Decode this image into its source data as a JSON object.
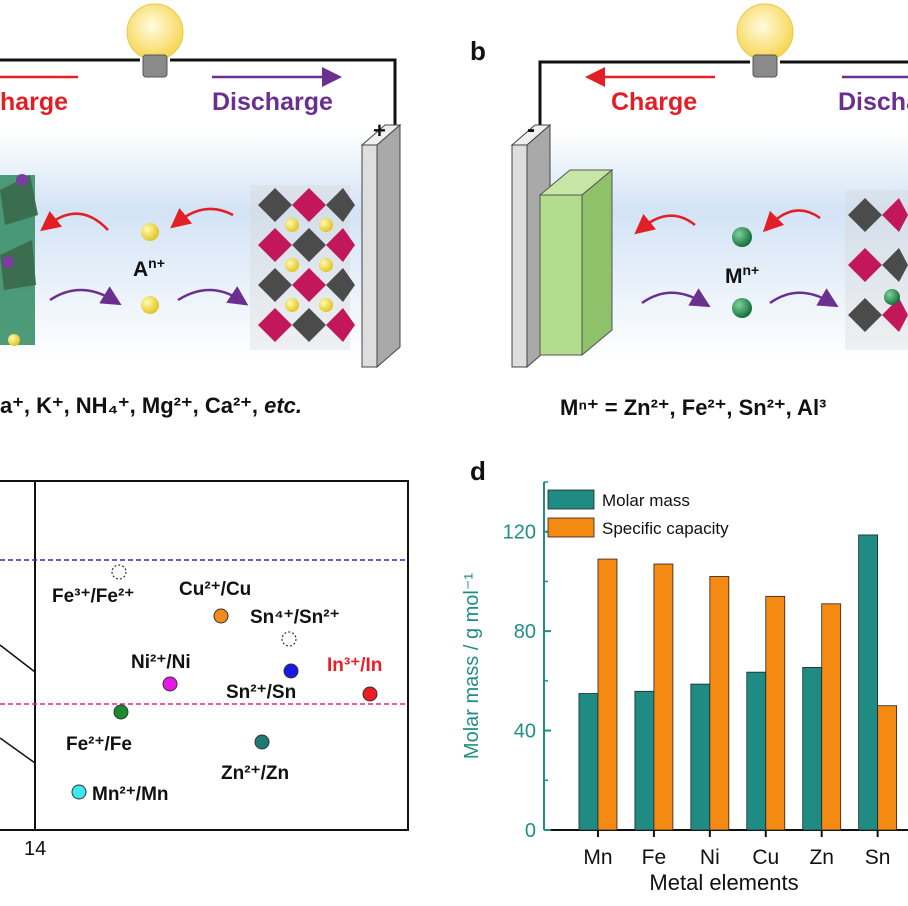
{
  "panel_a": {
    "charge_label": "harge",
    "discharge_label": "Discharge",
    "ion_label": "A",
    "ion_charge": "n+",
    "plus_sign": "+",
    "caption": "a⁺, K⁺, NH₄⁺, Mg²⁺, Ca²⁺,",
    "caption_etc": "etc."
  },
  "panel_b": {
    "letter": "b",
    "charge_label": "Charge",
    "discharge_label": "Discha",
    "ion_label": "M",
    "ion_charge": "n+",
    "minus_sign": "-",
    "caption": "Mⁿ⁺ = Zn²⁺, Fe²⁺, Sn²⁺, Al³"
  },
  "panel_c": {
    "tick_x": "14",
    "couples": [
      {
        "name": "Fe³⁺/Fe²⁺",
        "color": "#ffffff",
        "dashed": true
      },
      {
        "name": "Cu²⁺/Cu",
        "color": "#f28a1e"
      },
      {
        "name": "Sn⁴⁺/Sn²⁺",
        "color": "#ffffff",
        "dashed": true
      },
      {
        "name": "Ni²⁺/Ni",
        "color": "#e619e6"
      },
      {
        "name": "In³⁺/In",
        "color": "#ee1c24"
      },
      {
        "name": "Sn²⁺/Sn",
        "color": "#1a1ae6"
      },
      {
        "name": "Fe²⁺/Fe",
        "color": "#1c8a2c"
      },
      {
        "name": "Zn²⁺/Zn",
        "color": "#1e7a72"
      },
      {
        "name": "Mn²⁺/Mn",
        "color": "#3de8f0"
      }
    ],
    "upper_line_color": "#2b2bd0",
    "lower_line_color": "#e0209a"
  },
  "panel_d": {
    "letter": "d",
    "chart_data": {
      "type": "bar",
      "categories": [
        "Mn",
        "Fe",
        "Ni",
        "Cu",
        "Zn",
        "Sn"
      ],
      "series": [
        {
          "name": "Molar mass",
          "color": "#1e8c84",
          "values": [
            54.9,
            55.8,
            58.7,
            63.5,
            65.4,
            118.7
          ]
        },
        {
          "name": "Specific capacity",
          "color": "#f58a12",
          "values": [
            109,
            107,
            102,
            94,
            91,
            50
          ]
        }
      ],
      "xlabel": "Metal elements",
      "ylabel": "Molar mass / g mol⁻¹",
      "ylim": [
        0,
        140
      ],
      "yticks": [
        "0",
        "40",
        "80",
        "120"
      ],
      "legend": "top-left"
    }
  }
}
